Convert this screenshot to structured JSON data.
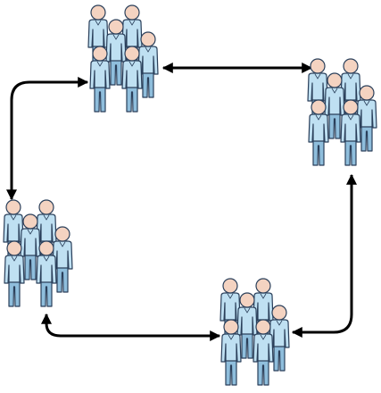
{
  "diagram": {
    "groups": [
      {
        "id": "top",
        "name": "people-group-top"
      },
      {
        "id": "right",
        "name": "people-group-right"
      },
      {
        "id": "bottom",
        "name": "people-group-bottom"
      },
      {
        "id": "left",
        "name": "people-group-left"
      }
    ],
    "connections": [
      {
        "from": "top",
        "to": "right",
        "arrowheads": "both"
      },
      {
        "from": "right",
        "to": "bottom",
        "arrowheads": "both"
      },
      {
        "from": "bottom",
        "to": "left",
        "arrowheads": "both"
      },
      {
        "from": "left",
        "to": "top",
        "arrowheads": "both"
      }
    ],
    "colors": {
      "body": "#bfe0f2",
      "body_shade": "#8fbedc",
      "outline": "#2a3f5a",
      "head": "#f4d3c1",
      "connector": "#000000"
    }
  }
}
